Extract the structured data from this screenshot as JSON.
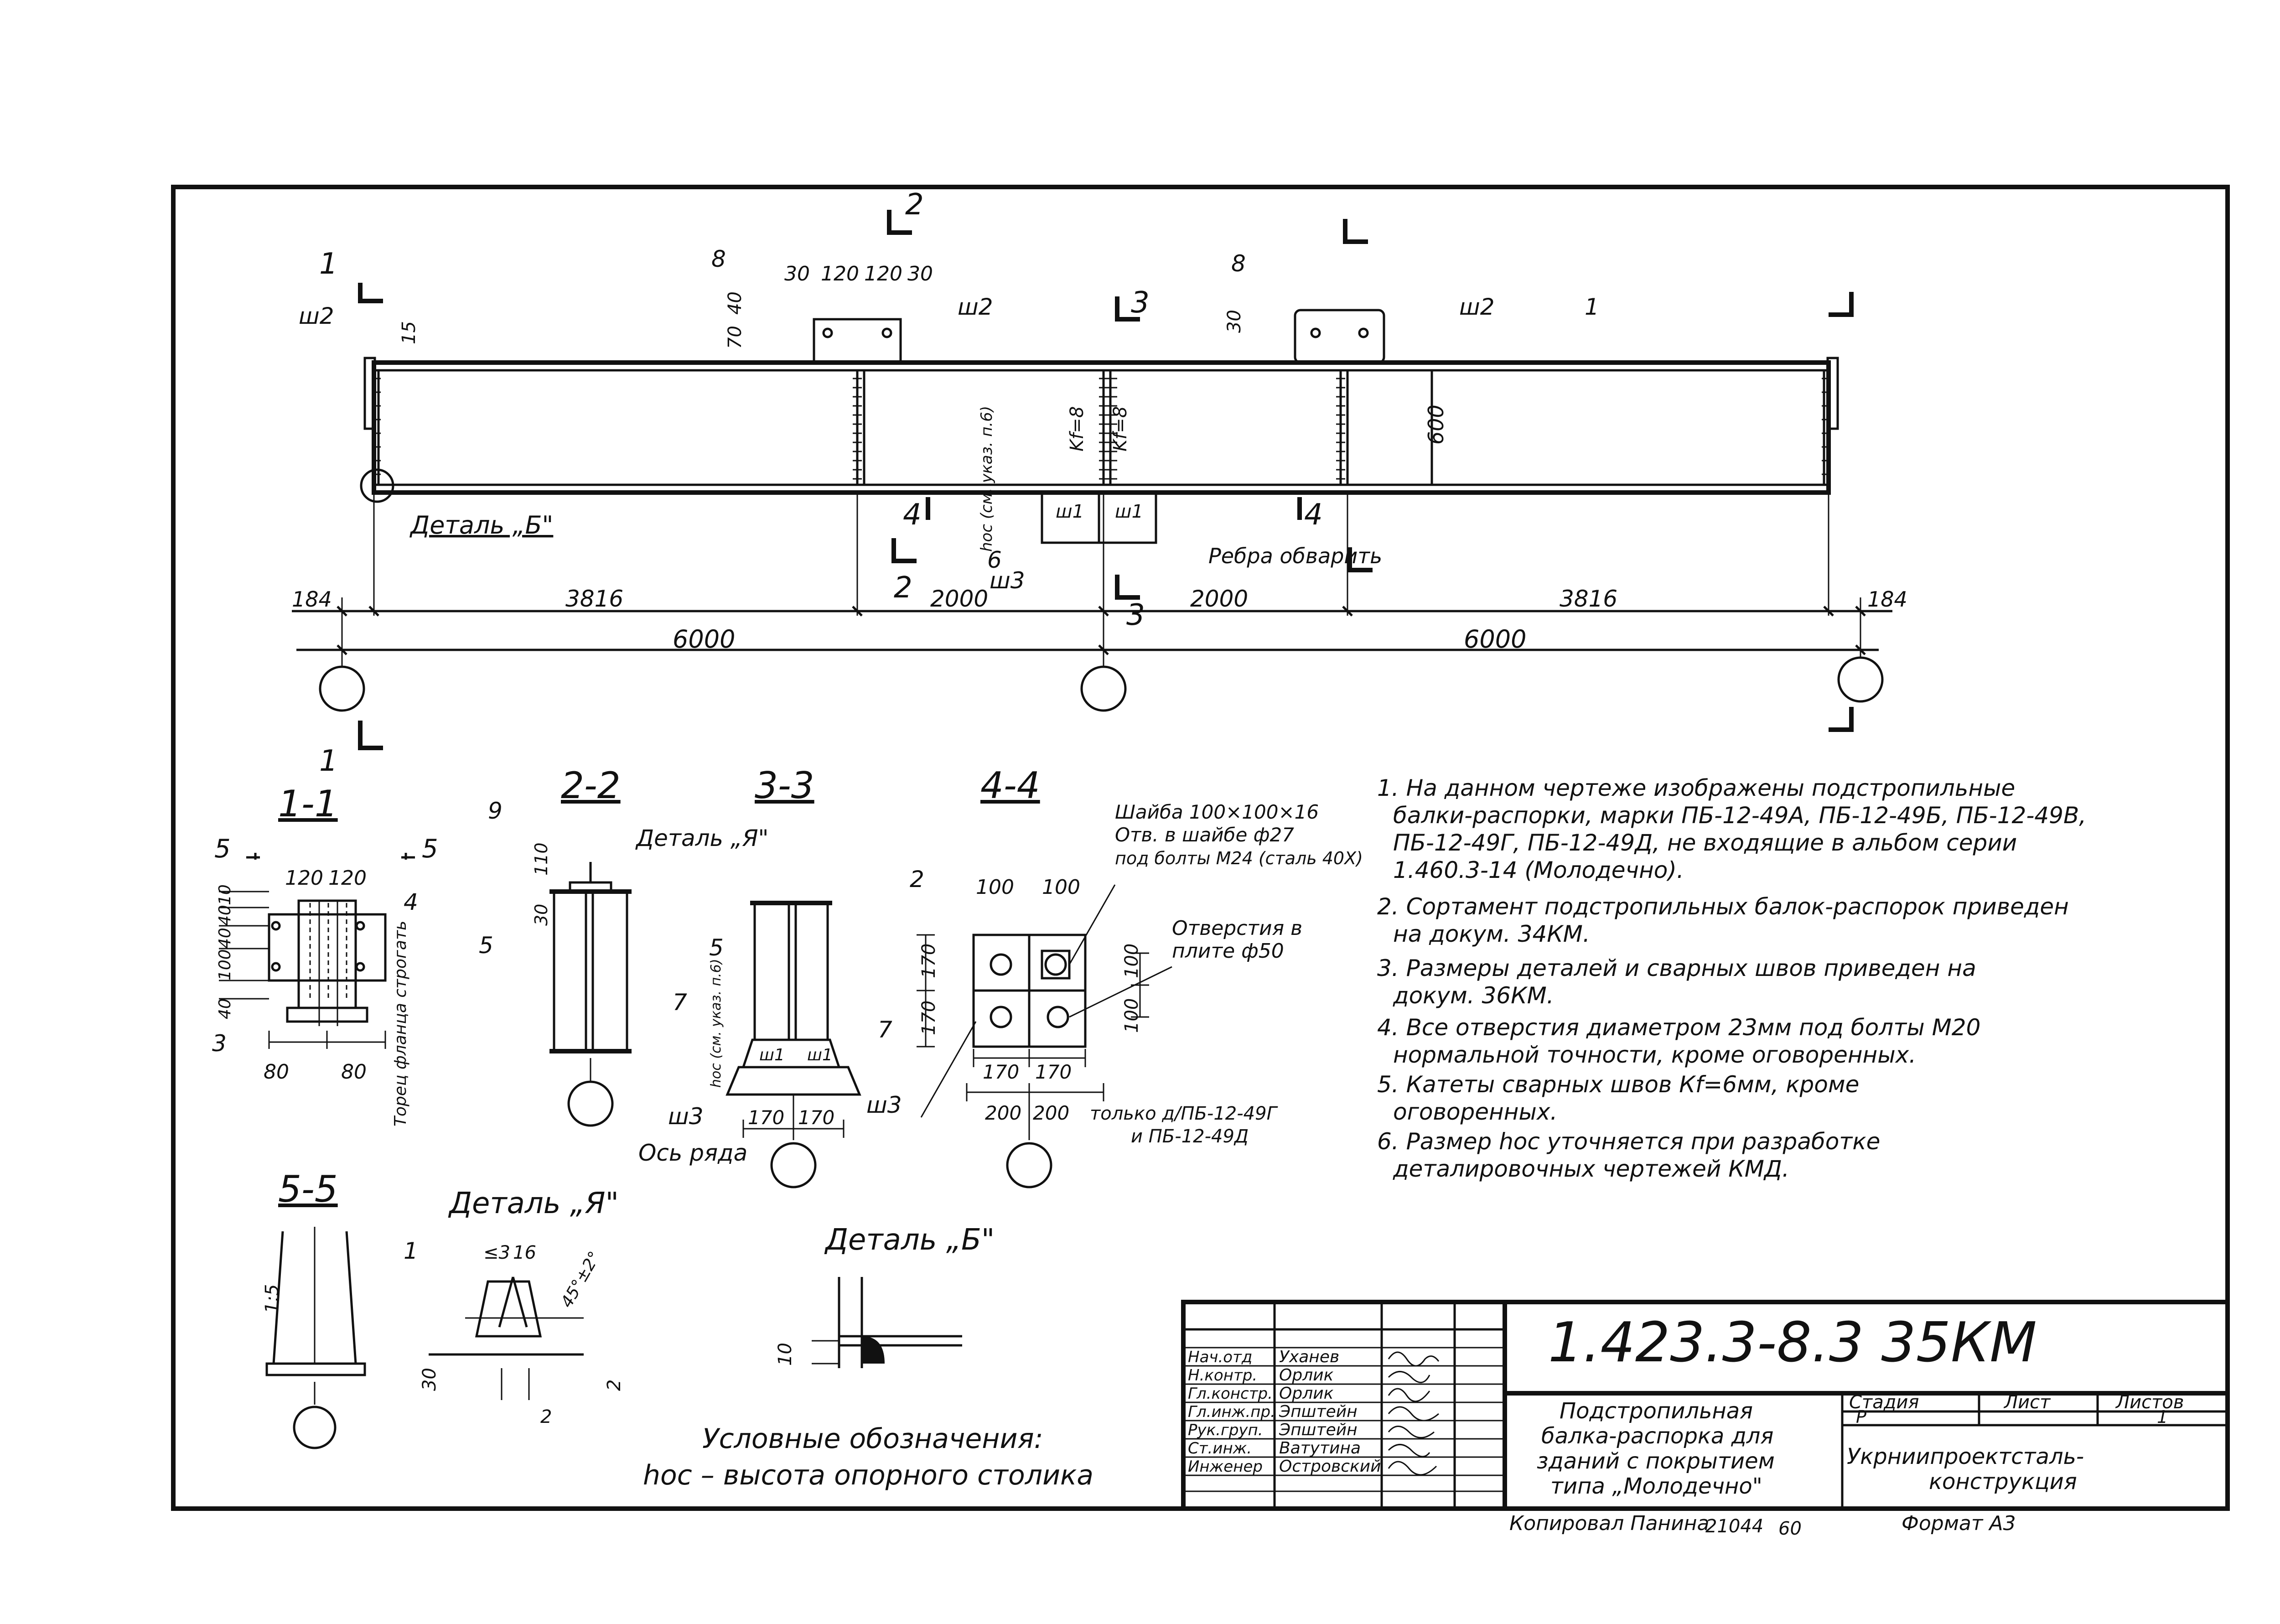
{
  "main_view": {
    "section_marks": [
      "1",
      "1",
      "2",
      "2",
      "3",
      "3",
      "4",
      "4"
    ],
    "callouts": {
      "sheet_8_left": "8",
      "sheet_8_right": "8",
      "beam_1": "1"
    },
    "weld_labels": {
      "w2_left": "ш2",
      "w2_mid": "ш2",
      "w2_right": "ш2",
      "w1_a": "ш1",
      "w1_b": "ш1",
      "w3": "ш3",
      "kf8_a": "Kf=8",
      "kf8_b": "Kf=8"
    },
    "plate_dims_left": [
      "30",
      "120",
      "120",
      "30"
    ],
    "plate_dims_vert": [
      "70",
      "40"
    ],
    "plate_dim_right": "30",
    "end_dim": "15",
    "height_dim": "600",
    "detail_b_label": "Деталь „Б\"",
    "hoc_note": "hос (см. указ. п.6)",
    "callout_6": "6",
    "ribs_label": "Ребра обварить",
    "span_dims_top": [
      "184",
      "3816",
      "2000",
      "2000",
      "3816",
      "184"
    ],
    "span_dims_bottom": [
      "6000",
      "6000"
    ]
  },
  "section_1_1": {
    "title": "1-1",
    "marks": [
      "5",
      "5"
    ],
    "top_dims": [
      "120",
      "120"
    ],
    "left_dims": [
      "10",
      "40",
      "40",
      "100",
      "40"
    ],
    "callout_4": "4",
    "callout_3": "3",
    "bottom_dims": [
      "80",
      "80"
    ],
    "note": "Торец фланца строгать"
  },
  "section_2_2": {
    "title": "2-2",
    "callout_9": "9",
    "detail_label": "Деталь „Я\"",
    "dims": [
      "110",
      "30"
    ],
    "callout_5": "5"
  },
  "section_3_3": {
    "title": "3-3",
    "callout_5": "5",
    "callout_7a": "7",
    "callout_7b": "7",
    "hoc_note": "hос (см. указ. п.6)",
    "w1_a": "ш1",
    "w1_b": "ш1",
    "w3": "ш3",
    "bottom_dims": [
      "170",
      "170"
    ],
    "axis_label": "Ось ряда"
  },
  "section_4_4": {
    "title": "4-4",
    "callout_2": "2",
    "top_dims": [
      "100",
      "100"
    ],
    "left_dims": [
      "170",
      "170"
    ],
    "washer_note": [
      "Шайба 100×100×16",
      "Отв. в шайбе ф27",
      "под болты М24 (сталь 40Х)"
    ],
    "holes_note": [
      "Отверстия в",
      "плите ф50"
    ],
    "right_dims": [
      "100",
      "100"
    ],
    "bottom_dims_a": [
      "170",
      "170"
    ],
    "bottom_dims_b": [
      "200",
      "200"
    ],
    "only_note": [
      "только д/ПБ-12-49Г",
      "и ПБ-12-49Д"
    ],
    "w3": "ш3"
  },
  "section_5_5": {
    "title": "5-5",
    "callout_1": "1",
    "slope": "1:5"
  },
  "detail_ya": {
    "title": "Деталь „Я\"",
    "dims": [
      "≤3",
      "16",
      "30",
      "2",
      "2"
    ],
    "angle": "45°±2°"
  },
  "detail_b": {
    "title": "Деталь „Б\"",
    "dim": "10"
  },
  "legend": {
    "heading": "Условные обозначения:",
    "line": "hос – высота опорного столика"
  },
  "notes": [
    "1. На данном чертеже изображены подстропильные",
    "балки-распорки, марки ПБ-12-49А, ПБ-12-49Б, ПБ-12-49В,",
    "ПБ-12-49Г, ПБ-12-49Д, не входящие в альбом серии",
    "1.460.3-14     (Молодечно).",
    "2. Сортамент подстропильных балок-распорок приведен",
    "на докум. 34КМ.",
    "3. Размеры деталей и сварных швов приведен на",
    "докум. 36КМ.",
    "4. Все отверстия диаметром 23мм под болты М20",
    "нормальной точности, кроме оговоренных.",
    "5. Катеты сварных швов Кf=6мм, кроме",
    "оговоренных.",
    "6. Размер hос уточняется при разработке",
    "деталировочных чертежей КМД."
  ],
  "title_block": {
    "code": "1.423.3-8.3 35КМ",
    "roles": [
      "Нач.отд",
      "Н.контр.",
      "Гл.констр.",
      "Гл.инж.пр.",
      "Рук.груп.",
      "Ст.инж.",
      "Инженер"
    ],
    "names": [
      "Уханев",
      "Орлик",
      "Орлик",
      "Эпштейн",
      "Эпштейн",
      "Ватутина",
      "Островский"
    ],
    "description": [
      "Подстропильная",
      "балка-распорка для",
      "зданий с покрытием",
      "типа „Молодечно\""
    ],
    "stage_header": "Стадия",
    "sheet_header": "Лист",
    "sheets_header": "Листов",
    "stage": "Р",
    "sheets": "1",
    "org": [
      "Укрниипроектсталь-",
      "конструкция"
    ]
  },
  "footer": {
    "copied": "Копировал Панина",
    "order": "21044",
    "order2": "60",
    "format": "Формат А3"
  }
}
